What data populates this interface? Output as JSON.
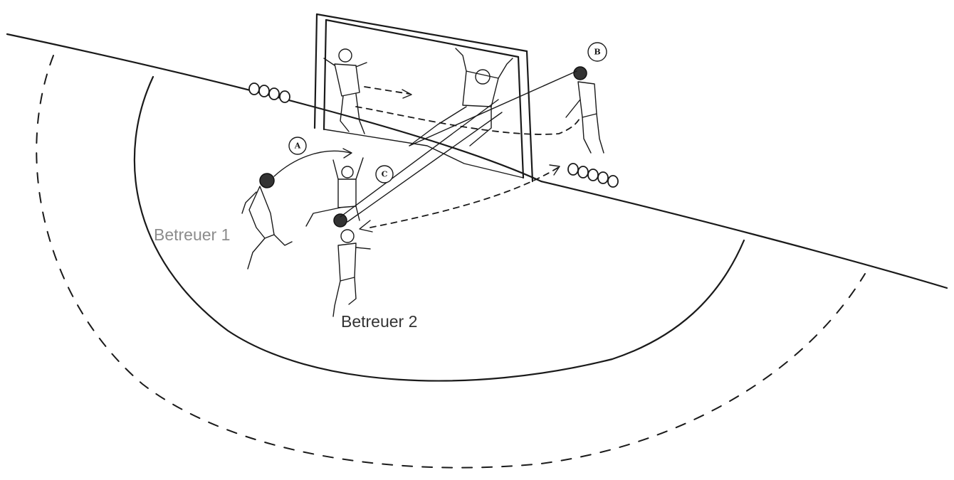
{
  "labels": {
    "betreuer_1": {
      "text": "Betreuer 1",
      "color": "#8c8c8c"
    },
    "betreuer_2": {
      "text": "Betreuer 2",
      "color": "#333333"
    }
  },
  "markers": {
    "a": "A",
    "b": "B",
    "c": "C"
  },
  "colors": {
    "ink": "#1a1a1a",
    "background": "#ffffff"
  }
}
